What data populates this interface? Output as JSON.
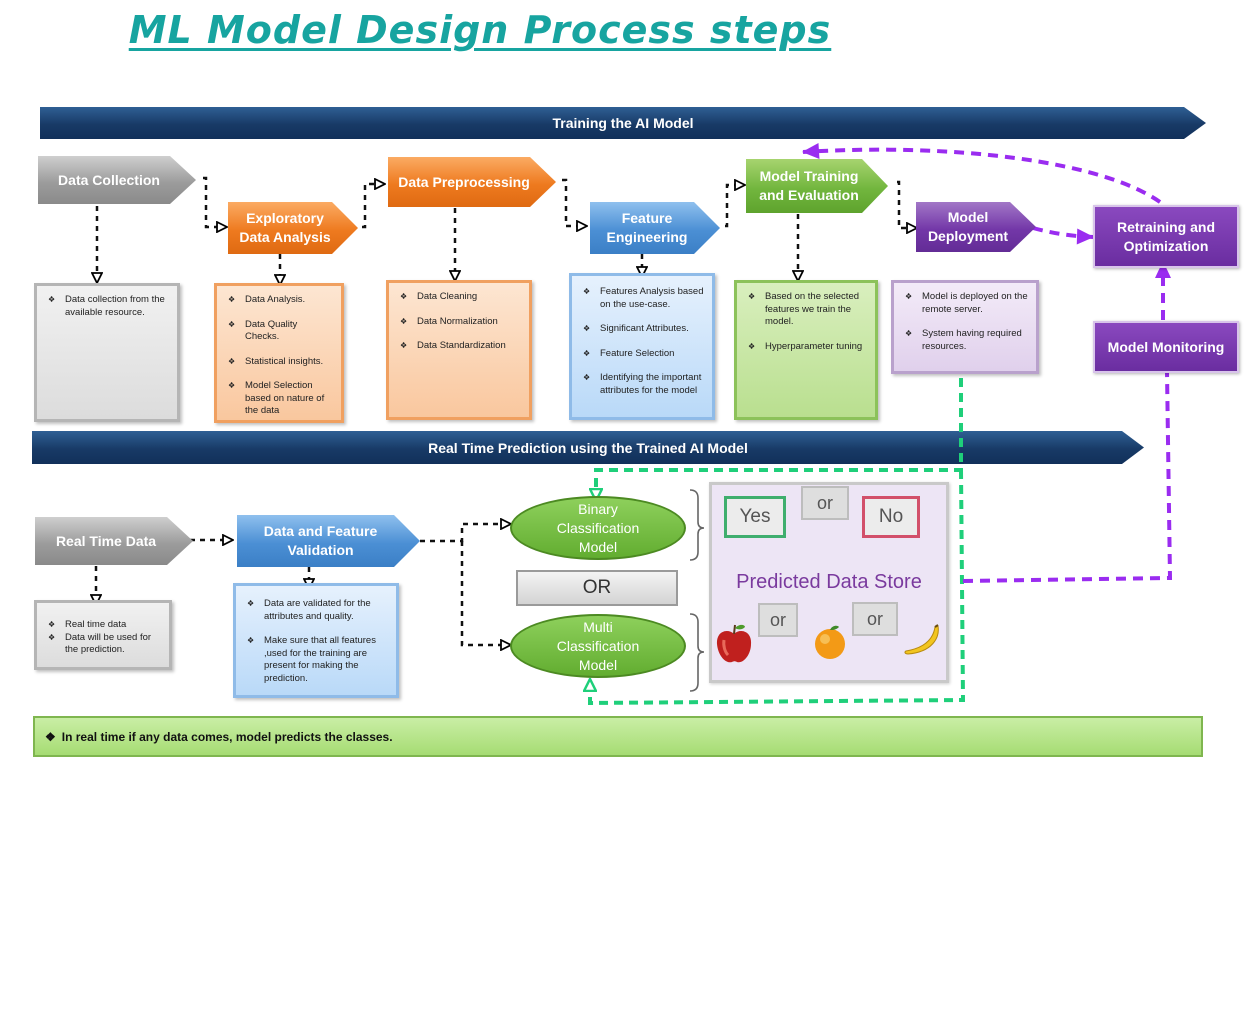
{
  "title": "ML Model Design Process steps",
  "banners": {
    "training": "Training the AI Model",
    "realtime": "Real Time Prediction using the Trained AI Model"
  },
  "steps": {
    "data_collection": "Data Collection",
    "eda_line1": "Exploratory",
    "eda_line2": "Data Analysis",
    "preprocessing": "Data Preprocessing",
    "feature_line1": "Feature",
    "feature_line2": "Engineering",
    "training_line1": "Model Training",
    "training_line2": "and Evaluation",
    "deployment_line1": "Model",
    "deployment_line2": "Deployment",
    "retraining_line1": "Retraining and",
    "retraining_line2": "Optimization",
    "monitoring": "Model Monitoring"
  },
  "notes": {
    "collection": [
      "Data collection from the available  resource."
    ],
    "eda": [
      "Data Analysis.",
      "Data Quality Checks.",
      "Statistical insights.",
      "Model Selection based on nature of the data"
    ],
    "preprocessing": [
      "Data Cleaning",
      "Data Normalization",
      "Data Standardization"
    ],
    "feature": [
      "Features Analysis based on the use-case.",
      "Significant Attributes.",
      "Feature Selection",
      "Identifying the important attributes for the model"
    ],
    "training": [
      "Based on the selected features we train the model.",
      "Hyperparameter tuning"
    ],
    "deployment": [
      "Model  is deployed on the remote server.",
      "System having required resources."
    ],
    "realtime": [
      "Real time data",
      "Data will be used for the prediction."
    ],
    "validation": [
      "Data  are validated for the attributes and quality.",
      "Make sure that all features ,used for the training are present for making the prediction."
    ]
  },
  "realtime": {
    "data": "Real Time Data",
    "validation_line1": "Data and Feature",
    "validation_line2": "Validation",
    "binary_line1": "Binary",
    "binary_line2": "Classification",
    "binary_line3": "Model",
    "multi_line1": "Multi",
    "multi_line2": "Classification",
    "multi_line3": "Model",
    "or_big": "OR"
  },
  "store": {
    "yes": "Yes",
    "no": "No",
    "or": "or",
    "title": "Predicted Data Store"
  },
  "bottom_note": "In real time if any data comes, model predicts the classes.",
  "colors": {
    "title": "#17a4a0",
    "banner": "#1b3f6e",
    "green_dash": "#1fcf7a",
    "purple_dash": "#9a2cf0",
    "yes_border": "#3fae6e",
    "no_border": "#d2506a"
  }
}
